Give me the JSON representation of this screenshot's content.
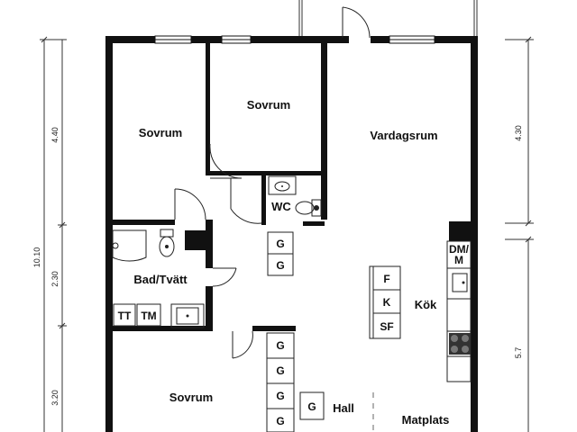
{
  "rooms": {
    "bedroom_1": "Sovrum",
    "bedroom_2": "Sovrum",
    "bedroom_3": "Sovrum",
    "living_room": "Vardagsrum",
    "wc": "WC",
    "bath_laundry": "Bad/Tvätt",
    "kitchen": "Kök",
    "hall": "Hall",
    "dining": "Matplats"
  },
  "fixtures": {
    "tumble_dryer": "TT",
    "washing_machine": "TM",
    "dishwasher": "DM/\nM",
    "freezer": "F",
    "fridge": "K",
    "storage_closet": "SF",
    "wardrobe": "G"
  },
  "dimensions": {
    "left_total": "10.10",
    "left_upper": "4.40",
    "left_middle": "2.30",
    "left_lower": "3.20",
    "right_upper": "4.30",
    "right_lower": "5.7"
  },
  "colors": {
    "wall": "#111111",
    "background": "#ffffff"
  }
}
